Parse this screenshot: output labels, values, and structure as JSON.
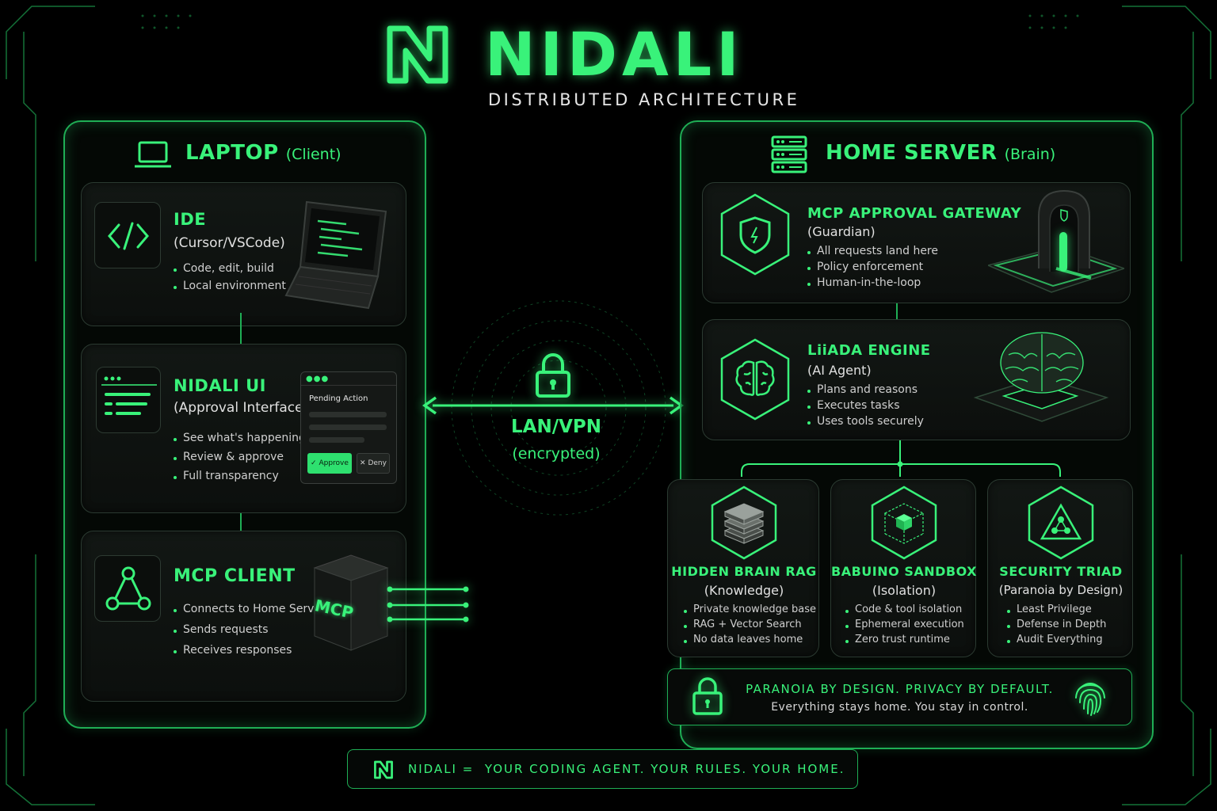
{
  "brand": {
    "name": "NIDALI",
    "tagline": "DISTRIBUTED ARCHITECTURE"
  },
  "laptop": {
    "title": "LAPTOP",
    "role": "(Client)",
    "ide": {
      "title": "IDE",
      "subtitle": "(Cursor/VSCode)",
      "bullets": [
        "Code, edit, build",
        "Local environment"
      ]
    },
    "ui": {
      "title": "NIDALI UI",
      "subtitle": "(Approval Interface)",
      "bullets": [
        "See what's happening",
        "Review & approve",
        "Full transparency"
      ],
      "mock": {
        "header": "Pending Action",
        "approve": "Approve",
        "deny": "Deny"
      }
    },
    "mcp": {
      "title": "MCP CLIENT",
      "bullets": [
        "Connects to Home Server",
        "Sends requests",
        "Receives responses"
      ],
      "cube_label": "MCP"
    }
  },
  "link": {
    "label": "LAN/VPN",
    "sub": "(encrypted)"
  },
  "server": {
    "title": "HOME SERVER",
    "role": "(Brain)",
    "gateway": {
      "title": "MCP APPROVAL GATEWAY",
      "subtitle": "(Guardian)",
      "bullets": [
        "All requests land here",
        "Policy enforcement",
        "Human-in-the-loop"
      ]
    },
    "engine": {
      "title": "LiiADA ENGINE",
      "subtitle": "(AI Agent)",
      "bullets": [
        "Plans and reasons",
        "Executes tasks",
        "Uses tools securely"
      ]
    },
    "modules": [
      {
        "title": "HIDDEN BRAIN RAG",
        "subtitle": "(Knowledge)",
        "bullets": [
          "Private knowledge base",
          "RAG + Vector Search",
          "No data leaves home"
        ]
      },
      {
        "title": "BABUINO SANDBOX",
        "subtitle": "(Isolation)",
        "bullets": [
          "Code & tool isolation",
          "Ephemeral execution",
          "Zero trust runtime"
        ]
      },
      {
        "title": "SECURITY TRIAD",
        "subtitle": "(Paranoia by Design)",
        "bullets": [
          "Least Privilege",
          "Defense in Depth",
          "Audit Everything"
        ]
      }
    ],
    "motto": {
      "line1": "PARANOIA BY DESIGN. PRIVACY BY DEFAULT.",
      "line2": "Everything stays home. You stay in control."
    }
  },
  "footer": {
    "text": "NIDALI =  YOUR CODING AGENT. YOUR RULES. YOUR HOME."
  },
  "colors": {
    "accent": "#39f27a",
    "border": "#1fae55",
    "bg": "#000000"
  }
}
